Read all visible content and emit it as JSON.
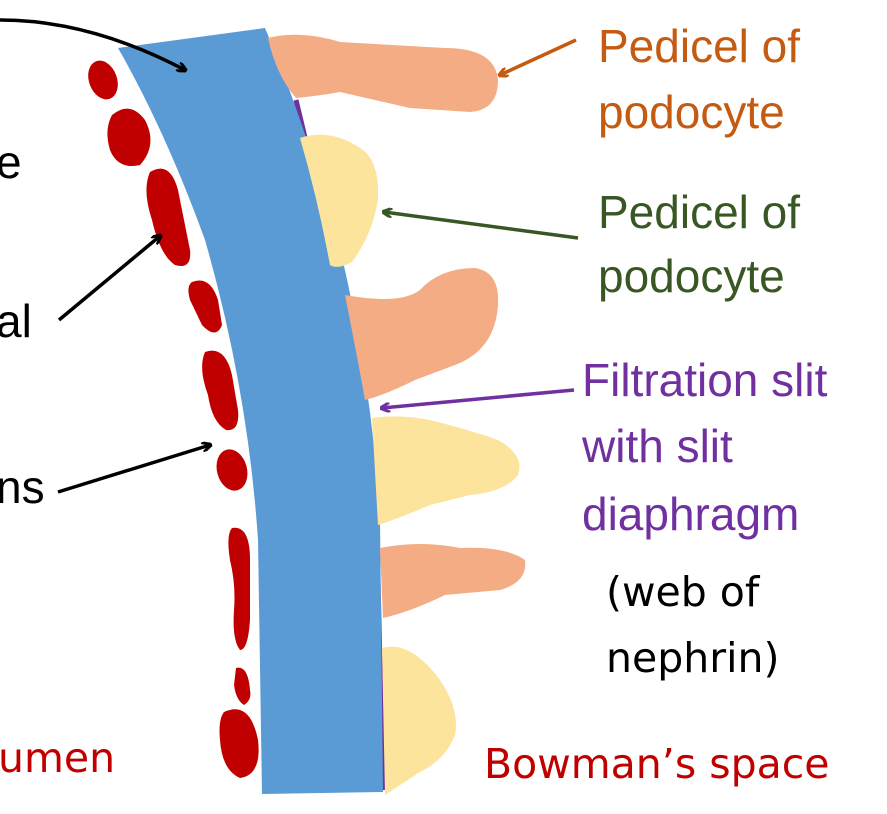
{
  "labels": {
    "cut_top": "e",
    "cut_mid": "al",
    "cut_low": "ns",
    "pedicel_orange_1": "Pedicel of",
    "pedicel_orange_2": "podocyte",
    "pedicel_yellow_1": "Pedicel of",
    "pedicel_yellow_2": "podocyte",
    "slit_1": "Filtration slit",
    "slit_2": "with slit",
    "slit_3": "diaphragm",
    "nephrin_1": "(web of",
    "nephrin_2": "nephrin)",
    "lumen": "umen",
    "bowman": "Bowman’s space"
  },
  "colors": {
    "basement_membrane": "#5b9bd5",
    "orange_pedicel": "#f4ac85",
    "yellow_pedicel": "#fde49c",
    "endothelium": "#c00000",
    "slit_diaphragm": "#7030a0",
    "orange_label": "#c55a11",
    "green_label": "#385723",
    "purple_label": "#7030a0",
    "red_label": "#c00000",
    "black": "#000000"
  }
}
